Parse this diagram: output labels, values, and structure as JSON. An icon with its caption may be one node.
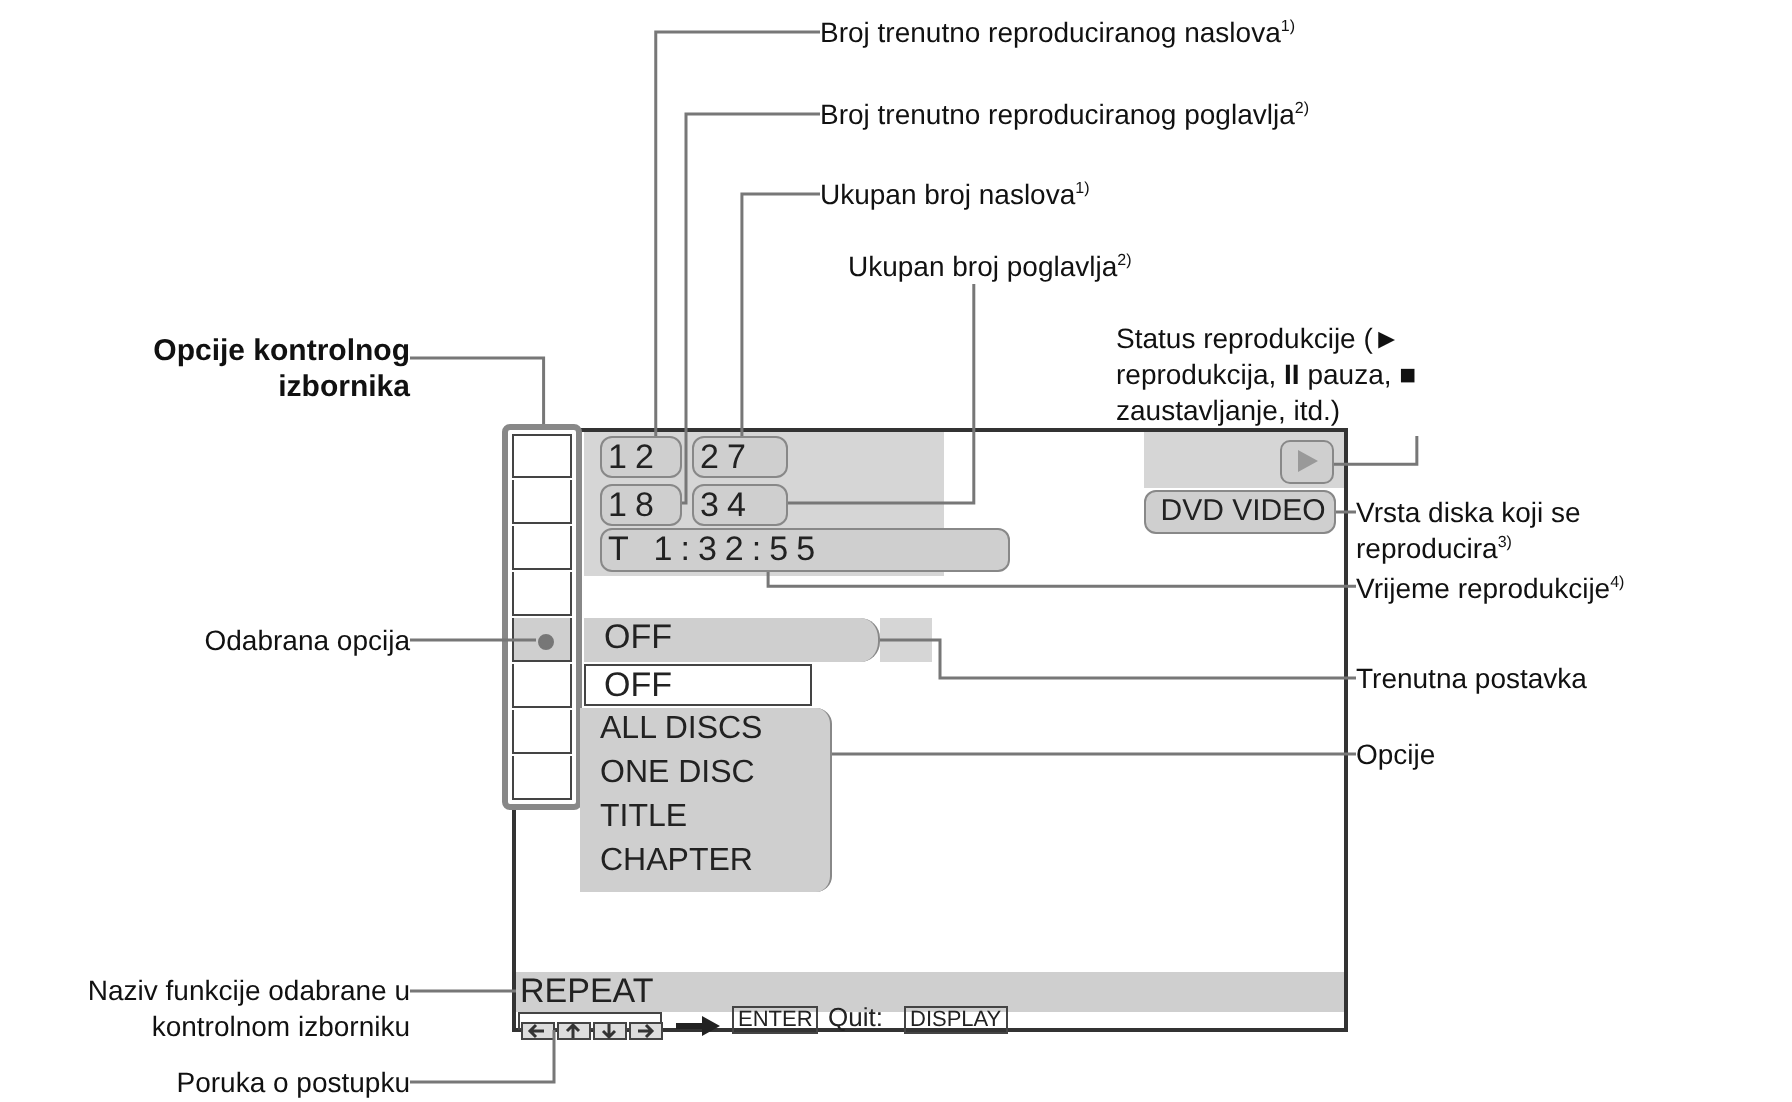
{
  "diagram": {
    "nodes": [
      {
        "text": [],
        "shape": "box"
      },
      {
        "text": [
          "12"
        ],
        "in": 0
      },
      {
        "text": [
          "27"
        ],
        "in": 0
      },
      {
        "text": [
          "18"
        ],
        "in": 0
      },
      {
        "text": [
          "34"
        ],
        "in": 0
      },
      {
        "text": [
          "T 1:32:55"
        ],
        "in": 0
      },
      {
        "text": [],
        "shape": "box",
        "in": 0
      },
      {
        "text": [
          "DVD VIDEO"
        ],
        "in": 0
      },
      {
        "text": [],
        "shape": "box",
        "in": 0
      },
      {
        "text": [],
        "shape": "circle",
        "in": 8
      },
      {
        "text": [
          "OFF"
        ],
        "in": 0
      },
      {
        "text": [
          "OFF"
        ],
        "in": 0
      },
      {
        "text": [
          "ALL DISCS",
          "ONE DISC",
          "TITLE",
          "CHAPTER"
        ],
        "in": 0
      },
      {
        "text": [
          "REPEAT"
        ],
        "in": 0
      },
      {
        "text": [],
        "shape": "box",
        "in": 0
      },
      {
        "text": [
          "Broj trenutno reproduciranog naslova$^{1)}$"
        ]
      },
      {
        "text": [
          "Broj trenutno reproduciranog poglavlja$^{2)}$"
        ]
      },
      {
        "text": [
          "Ukupan broj naslova$^{1)}$"
        ]
      },
      {
        "text": [
          "Ukupan broj poglavlja$^{2)}$"
        ]
      },
      {
        "text": [
          "Status reprodukcije (► reprodukcija, **II** pauza, ■ zaustavljanje, itd.)"
        ]
      },
      {
        "text": [
          "Vrsta diska koji se reproducira$^{3)}$"
        ]
      },
      {
        "text": [
          "Vrijeme reprodukcije$^{4)}$"
        ]
      },
      {
        "text": [
          "Trenutna postavka"
        ]
      },
      {
        "text": [
          "Opcije"
        ]
      },
      {
        "text": [
          "Opcije kontrolnog izbornika"
        ]
      },
      {
        "text": [
          "Odabrana opcija"
        ]
      },
      {
        "text": [
          "Naziv funkcije odabrane u kontrolnom izborniku"
        ]
      },
      {
        "text": [
          "Poruka o postupku"
        ]
      }
    ],
    "edges": [
      {
        "from": 15,
        "to": 1,
        "arrow": "none"
      },
      {
        "from": 16,
        "to": 3,
        "arrow": "none"
      },
      {
        "from": 17,
        "to": 2,
        "arrow": "none"
      },
      {
        "from": 18,
        "to": 4,
        "arrow": "none"
      },
      {
        "from": 19,
        "to": 6,
        "arrow": "none"
      },
      {
        "from": 20,
        "to": 7,
        "arrow": "none"
      },
      {
        "from": 21,
        "to": 5,
        "arrow": "none"
      },
      {
        "from": 22,
        "to": 10,
        "arrow": "none"
      },
      {
        "from": 23,
        "to": 12,
        "arrow": "none"
      },
      {
        "from": 24,
        "to": 8,
        "arrow": "none"
      },
      {
        "from": 25,
        "to": 9,
        "arrow": "none"
      },
      {
        "from": 26,
        "to": 13,
        "arrow": "none"
      },
      {
        "from": 27,
        "to": 14,
        "arrow": "none"
      }
    ],
    "labels": [
      "ENTER",
      "Quit:",
      "DISPLAY"
    ]
  }
}
